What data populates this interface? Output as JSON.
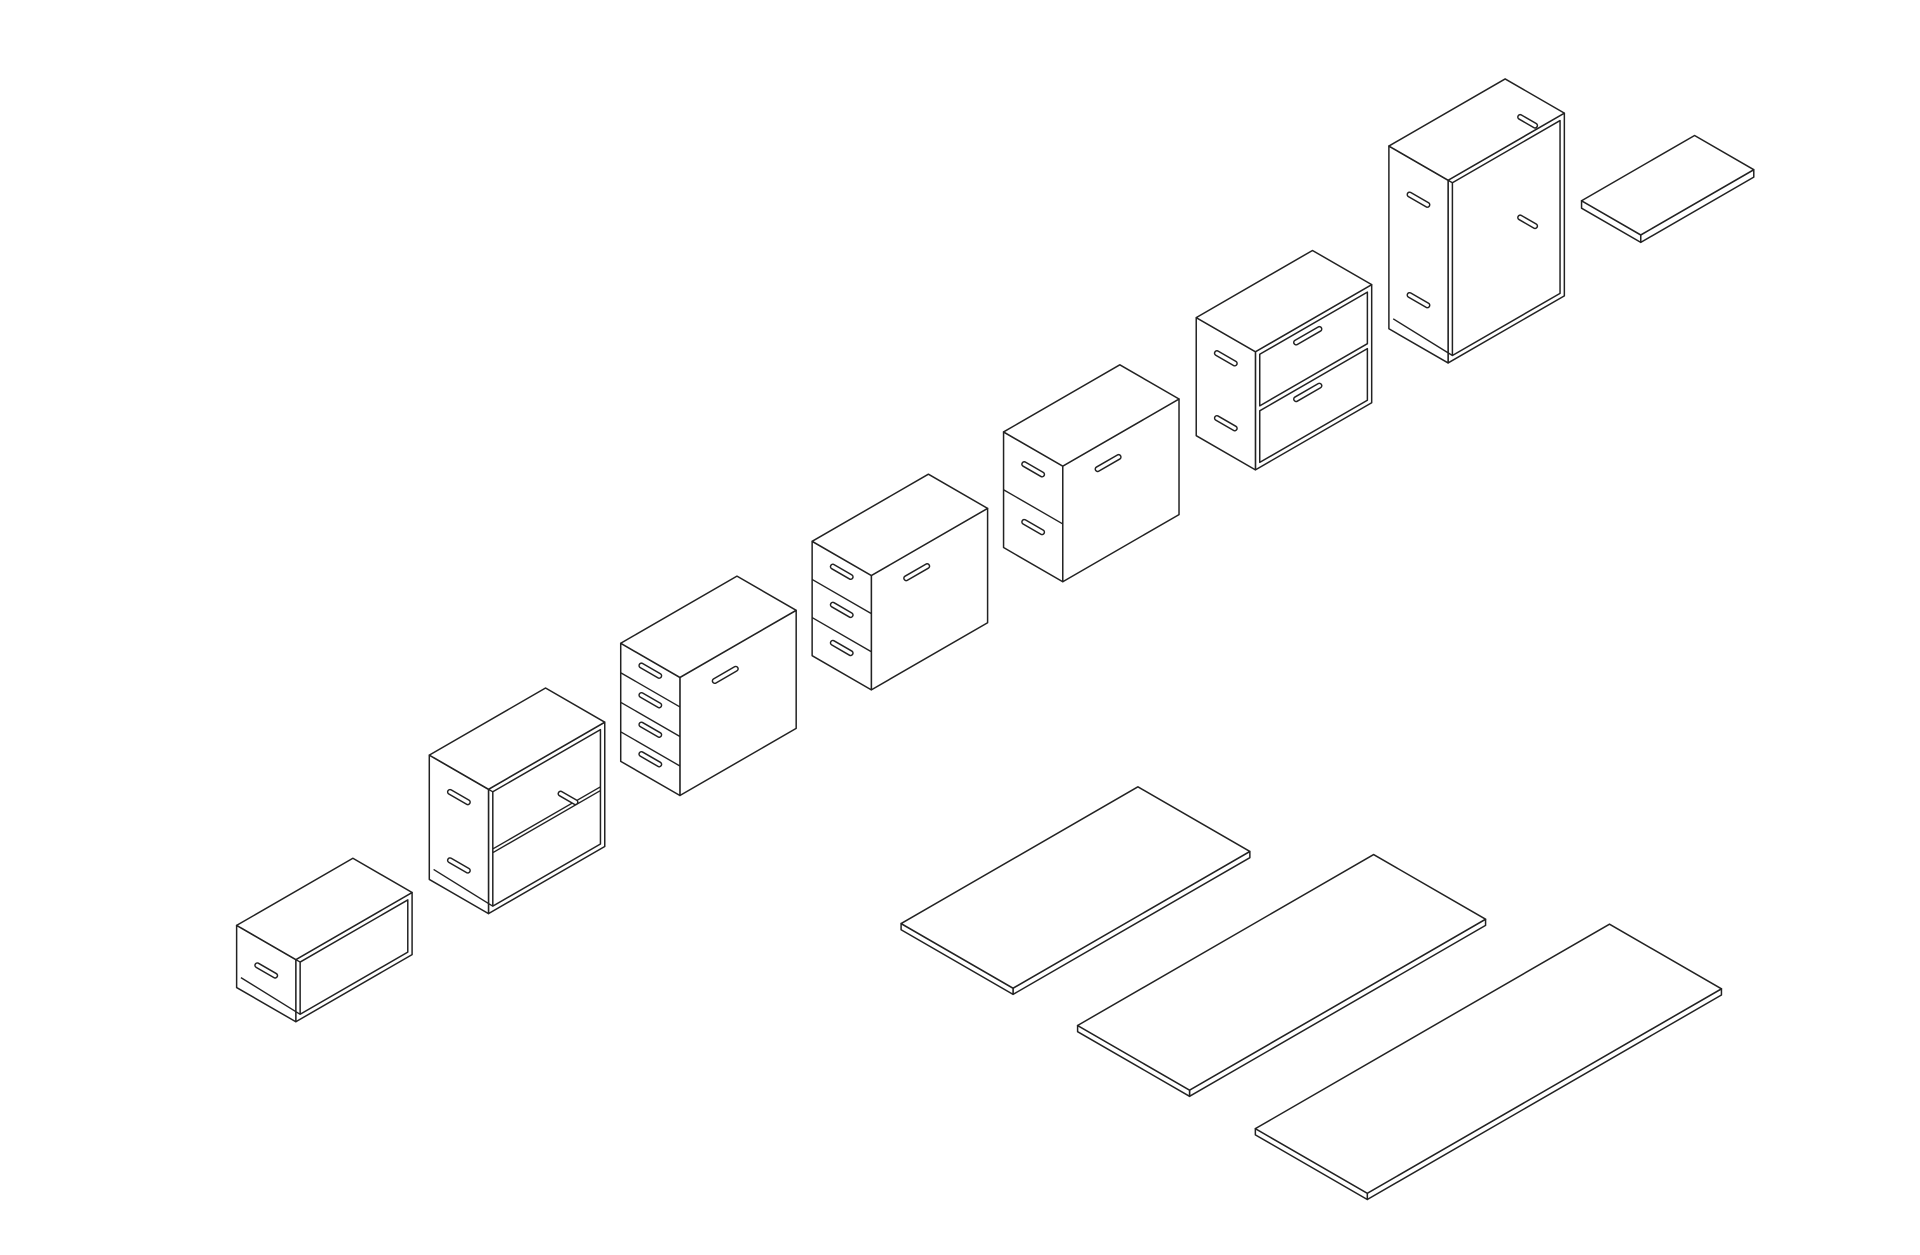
{
  "colors": {
    "background": "#ffffff",
    "line": "#222222",
    "fill": "#ffffff"
  },
  "items": [
    {
      "kind": "open-bench",
      "shelves": 0,
      "drawers": 0
    },
    {
      "kind": "open-shelf",
      "shelves": 1,
      "drawers": 0
    },
    {
      "kind": "cabinet-with-drawers",
      "drawers": 4
    },
    {
      "kind": "cabinet-with-drawers",
      "drawers": 3
    },
    {
      "kind": "cabinet-with-drawers",
      "drawers": 2
    },
    {
      "kind": "lateral-drawer-cabinet",
      "drawers": 2
    },
    {
      "kind": "open-wardrobe",
      "shelves": 0,
      "drawers": 0
    },
    {
      "kind": "shelf-board"
    },
    {
      "kind": "table-top-panel"
    },
    {
      "kind": "table-top-panel"
    },
    {
      "kind": "table-top-panel"
    }
  ]
}
